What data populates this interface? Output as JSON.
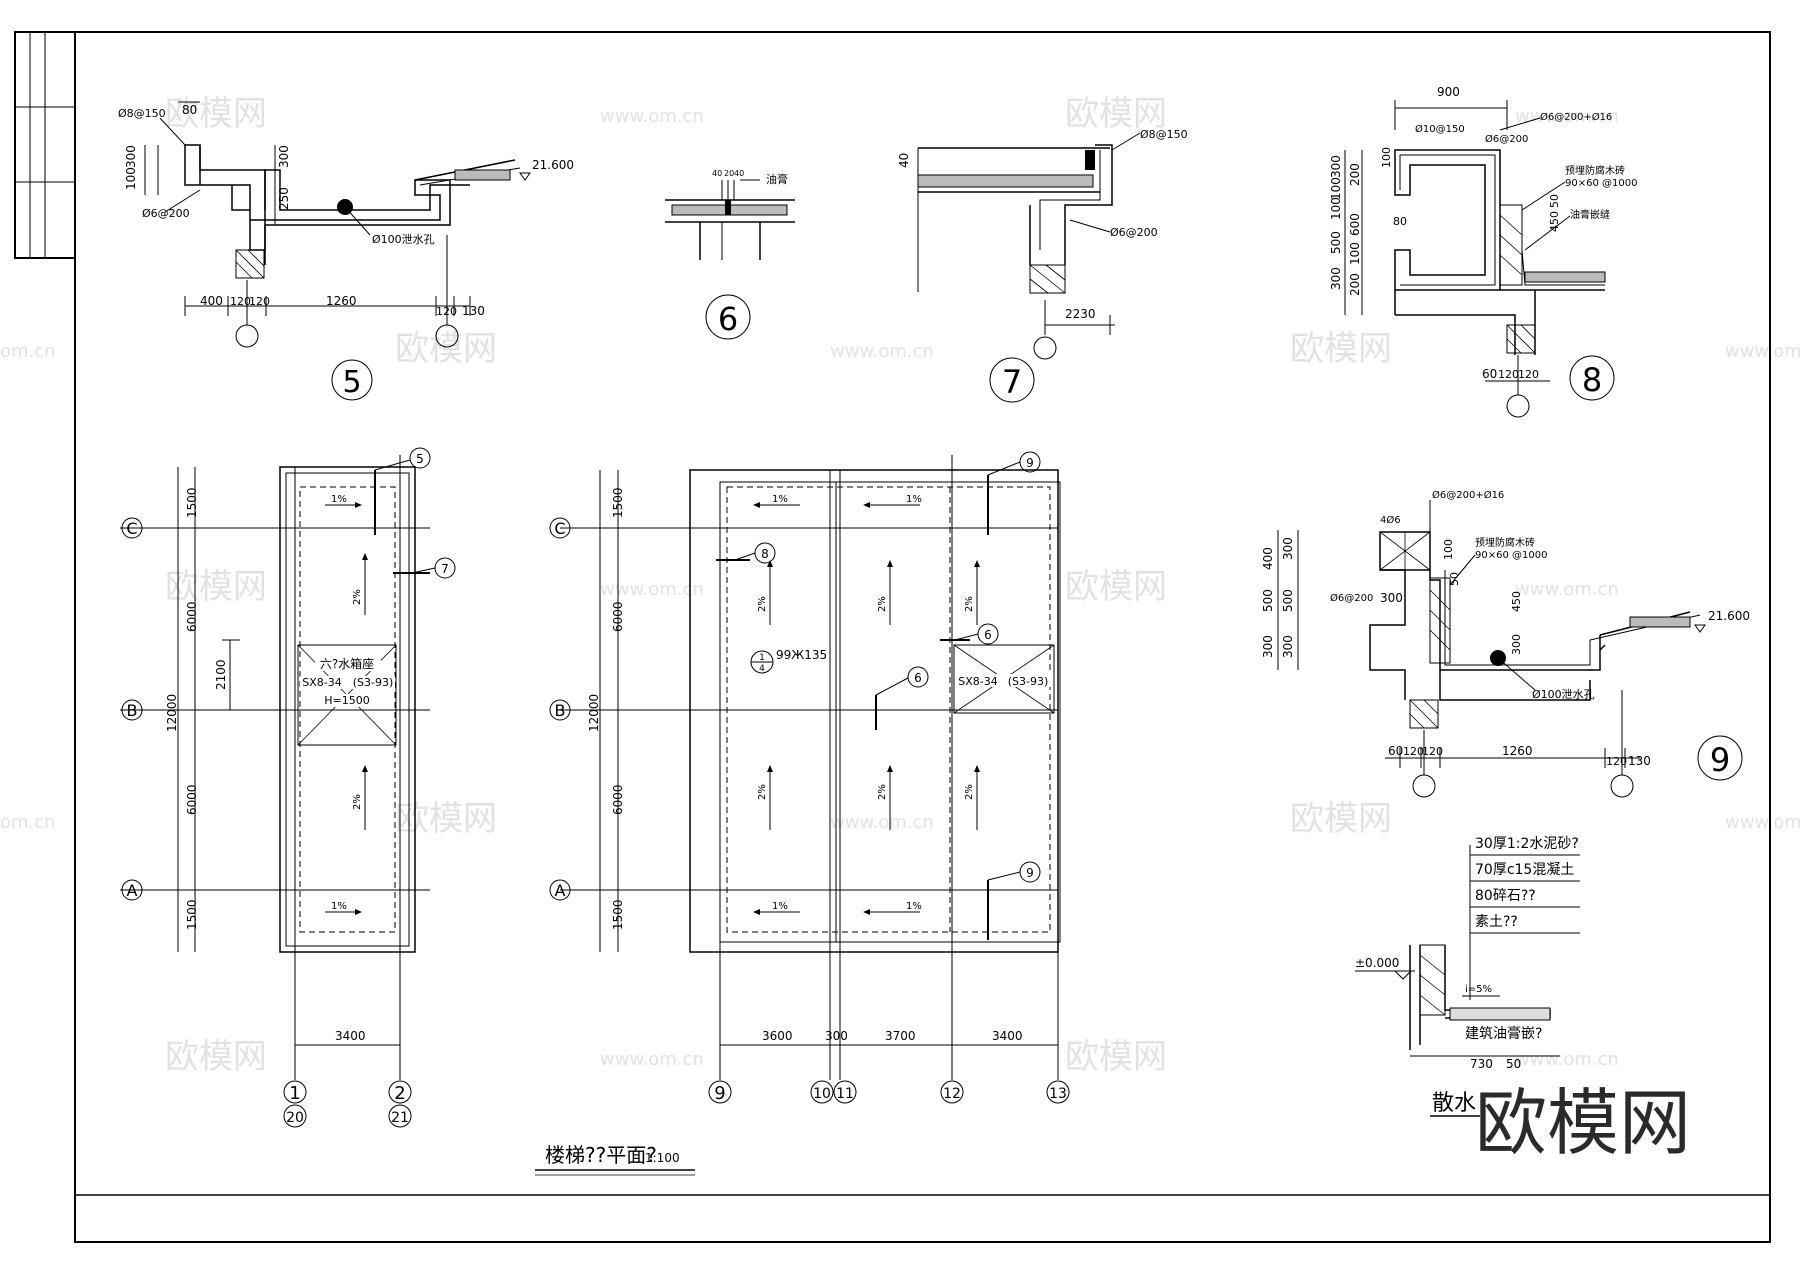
{
  "title_block": {
    "drawing_title": "楼梯??平面?",
    "scale": "1:100",
    "scatter_title_partial": "散水"
  },
  "watermark": {
    "brand": "欧模网",
    "url": "www.om.cn",
    "url_cut": "om.cn"
  },
  "detail_numbers": [
    "5",
    "6",
    "7",
    "8",
    "9"
  ],
  "detail5": {
    "rebar_top": "Ø8@150",
    "rebar_bottom": "Ø6@200",
    "drain": "Ø100泄水孔",
    "elevation": "21.600",
    "dims_vertical": [
      "100",
      "300",
      "300",
      "250"
    ],
    "dim_top": "80",
    "dims_horizontal": [
      "400",
      "120",
      "120",
      "1260",
      "120",
      "130"
    ]
  },
  "detail6": {
    "label": "油膏",
    "small_dims": [
      "40",
      "20",
      "40"
    ]
  },
  "detail7": {
    "dim_top": "40",
    "rebar_top": "Ø8@150",
    "rebar_bottom": "Ø6@200",
    "dim_bottom": "2230"
  },
  "detail8": {
    "dim_top": "900",
    "rebar_a": "Ø10@150",
    "rebar_b": "Ø6@200",
    "rebar_c": "Ø6@200+Ø16",
    "wood": "预埋防腐木砖",
    "wood_spec": "90×60 @1000",
    "seal": "油膏嵌缝",
    "dims_vertical": [
      "100",
      "300",
      "200",
      "100",
      "600",
      "500",
      "100",
      "300",
      "200"
    ],
    "dims_inner": [
      "100",
      "80",
      "50",
      "450"
    ],
    "dims_horizontal": [
      "60",
      "120",
      "120"
    ]
  },
  "detail9": {
    "rebar_a": "4Ø6",
    "rebar_b": "Ø6@200+Ø16",
    "rebar_c": "Ø6@200",
    "wood": "预埋防腐木砖",
    "wood_spec": "90×60 @1000",
    "drain": "Ø100泄水孔",
    "elevation": "21.600",
    "dims_vertical": [
      "400",
      "300",
      "500",
      "500",
      "300",
      "300"
    ],
    "dims_inner": [
      "300",
      "100",
      "50",
      "450",
      "300"
    ],
    "dims_horizontal": [
      "60",
      "120",
      "120",
      "1260",
      "120",
      "130"
    ]
  },
  "plan_left": {
    "axes_row": [
      "C",
      "B",
      "A"
    ],
    "axes_col_top": [
      "1",
      "2"
    ],
    "axes_col_bottom": [
      "20",
      "21"
    ],
    "dims_vertical": [
      "1500",
      "6000",
      "12000",
      "6000",
      "1500"
    ],
    "dim_inner": "2100",
    "dim_width": "3400",
    "slopes": [
      "1%",
      "2%",
      "2%",
      "1%"
    ],
    "tank_lines": [
      "六?水箱座",
      "SX8-34",
      "(S3-93)",
      "H=1500"
    ],
    "callouts": [
      "5",
      "7"
    ]
  },
  "plan_right": {
    "axes_row": [
      "C",
      "B",
      "A"
    ],
    "axes_col": [
      "9",
      "10",
      "11",
      "12",
      "13"
    ],
    "dims_vertical": [
      "1500",
      "6000",
      "12000",
      "6000",
      "1500"
    ],
    "dims_width": [
      "3600",
      "300",
      "3700",
      "3400"
    ],
    "slopes": [
      "1%",
      "1%",
      "2%",
      "2%",
      "2%",
      "2%",
      "2%",
      "2%",
      "1%",
      "1%"
    ],
    "tank_lines": [
      "SX8-34",
      "(S3-93)"
    ],
    "std_ref": "99Ж135",
    "std_ref_frac": [
      "1",
      "4"
    ],
    "callouts": [
      "9",
      "8",
      "6",
      "6",
      "9"
    ]
  },
  "scatter_detail": {
    "layers": [
      "30厚1:2水泥砂?",
      "70厚c15混凝土",
      "80碎石??",
      "素土??"
    ],
    "elevation": "±0.000",
    "slope": "i=5%",
    "joint": "建筑油膏嵌?",
    "dims": [
      "730",
      "50"
    ]
  }
}
